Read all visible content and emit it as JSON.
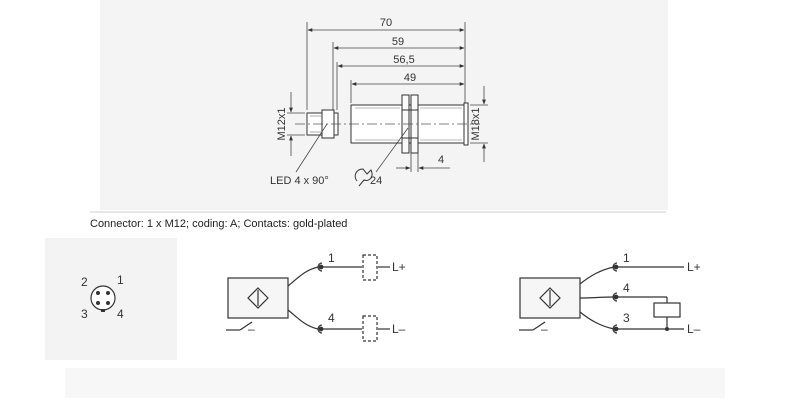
{
  "drawing": {
    "dimensions": {
      "overall": "70",
      "d59": "59",
      "d56": "56,5",
      "d49": "49",
      "small": "4"
    },
    "labels": {
      "thread_left": "M12x1",
      "thread_right": "M18x1",
      "led": "LED 4 x 90°",
      "wrench": "24"
    }
  },
  "caption": "Connector: 1 x M12; coding: A; Contacts: gold-plated",
  "pinout": {
    "pins": [
      "2",
      "1",
      "3",
      "4"
    ]
  },
  "wiring_left": {
    "pin_top": "1",
    "pin_bottom": "4",
    "out_top": "L+",
    "out_bottom": "L–",
    "sign": "–"
  },
  "wiring_right": {
    "pin_top": "1",
    "pin_mid": "4",
    "pin_bottom": "3",
    "out_top": "L+",
    "out_bottom": "L–",
    "sign": "–"
  },
  "colors": {
    "line": "#333333",
    "panel": "#f3f3f3",
    "dim": "#555555"
  }
}
